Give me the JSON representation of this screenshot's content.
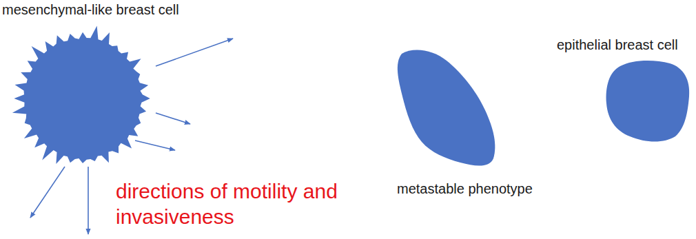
{
  "diagram": {
    "labels": [
      "mesenchymal-like breast cell",
      "directions of motility and invasiveness",
      "metastable phenotype",
      "epithelial breast cell"
    ]
  }
}
